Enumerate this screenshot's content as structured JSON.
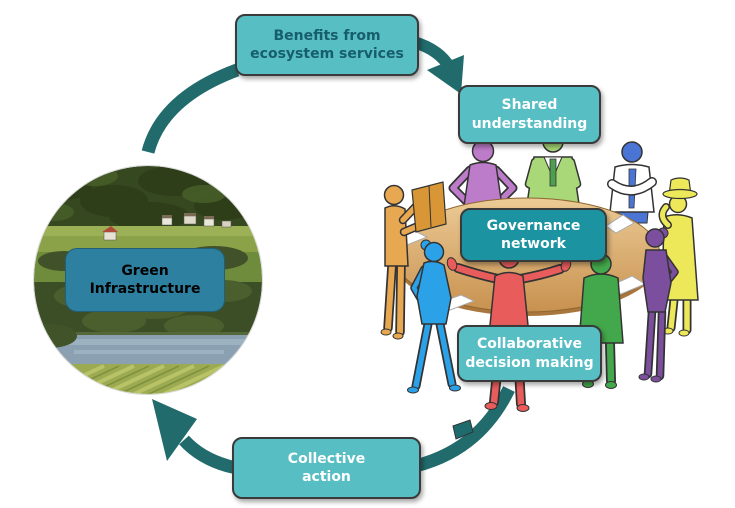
{
  "title": "Green infrastructure governance cycle",
  "colors": {
    "box_teal": "#57BEC4",
    "box_teal_dark": "#1B93A1",
    "box_border": "#3A3A3A",
    "green_infra_box": "#2E80A0",
    "text_dark_teal": "#175E6B",
    "text_white": "#FFFFFF",
    "arrow": "#226B6D"
  },
  "nodes": {
    "benefits": {
      "label": "Benefits from\necosystem services"
    },
    "shared": {
      "label": "Shared\nunderstanding"
    },
    "governance": {
      "label": "Governance\nnetwork"
    },
    "collaborative": {
      "label": "Collaborative\ndecision making"
    },
    "collective": {
      "label": "Collective\naction"
    },
    "green_infrastructure": {
      "label": "Green\nInfrastructure"
    }
  },
  "illustration": {
    "table_color_top": "#ECCB96",
    "table_color_bottom": "#C8914F",
    "people": [
      {
        "name": "orange-reader",
        "color": "#E8A751",
        "paper": "#D99636"
      },
      {
        "name": "purple-woman-akimbo",
        "color": "#BD7CC9"
      },
      {
        "name": "green-man-suit",
        "color": "#A8D878",
        "tie": "#4E9E50"
      },
      {
        "name": "blue-man-crossed-arms",
        "color": "#4A75D4"
      },
      {
        "name": "yellow-man-hat",
        "color": "#EDE75A"
      },
      {
        "name": "dark-purple-woman",
        "color": "#7B4F9E"
      },
      {
        "name": "green-seated-person",
        "color": "#43A84C"
      },
      {
        "name": "light-blue-woman",
        "color": "#2BA2E8",
        "folder": "#1E6B6D"
      },
      {
        "name": "red-presenter",
        "color": "#E85C5C"
      }
    ]
  }
}
